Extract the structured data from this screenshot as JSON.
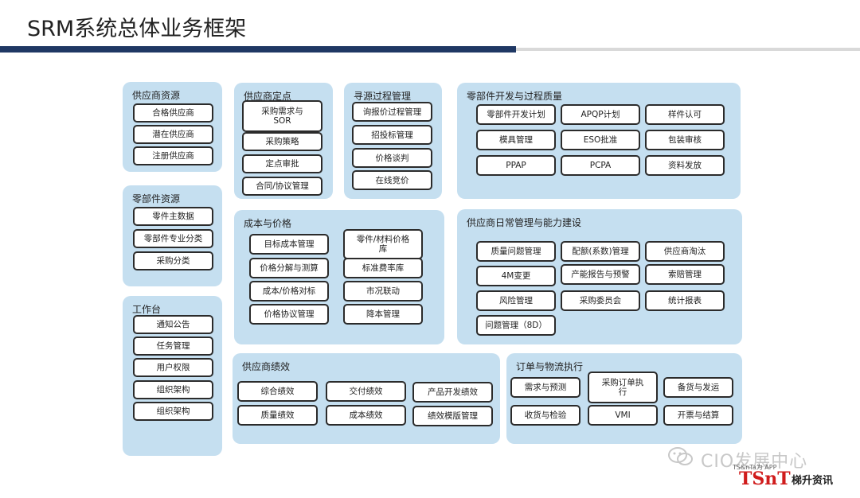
{
  "title": "SRM系统总体业务框架",
  "panels": {
    "supplier_resources": {
      "title": "供应商资源",
      "items": [
        "合格供应商",
        "潜在供应商",
        "注册供应商"
      ]
    },
    "parts_resources": {
      "title": "零部件资源",
      "items": [
        "零件主数据",
        "零部件专业分类",
        "采购分类"
      ]
    },
    "workbench": {
      "title": "工作台",
      "items": [
        "通知公告",
        "任务管理",
        "用户权限",
        "组织架构",
        "组织架构"
      ]
    },
    "supplier_selection": {
      "title": "供应商定点",
      "items": [
        "采购需求与SOR",
        "采购策略",
        "定点审批",
        "合同/协议管理"
      ]
    },
    "sourcing": {
      "title": "寻源过程管理",
      "items": [
        "询报价过程管理",
        "招投标管理",
        "价格谈判",
        "在线竞价"
      ]
    },
    "part_dev": {
      "title": "零部件开发与过程质量",
      "items": [
        "零部件开发计划",
        "APQP计划",
        "样件认可",
        "模具管理",
        "ESO批准",
        "包装审核",
        "PPAP",
        "PCPA",
        "资料发放"
      ]
    },
    "cost_price": {
      "title": "成本与价格",
      "items": [
        "目标成本管理",
        "价格分解与测算",
        "成本/价格对标",
        "价格协议管理",
        "零件/材料价格库",
        "标准费率库",
        "市况联动",
        "降本管理"
      ]
    },
    "supplier_daily": {
      "title": "供应商日常管理与能力建设",
      "items": [
        "质量问题管理",
        "配额(系数)管理",
        "供应商淘汰",
        "4M变更",
        "产能报告与预警",
        "索赔管理",
        "风险管理",
        "采购委员会",
        "统计报表",
        "问题管理（8D）"
      ]
    },
    "supplier_perf": {
      "title": "供应商绩效",
      "items": [
        "综合绩效",
        "交付绩效",
        "产品开发绩效",
        "质量绩效",
        "成本绩效",
        "绩效模版管理"
      ]
    },
    "order_logistics": {
      "title": "订单与物流执行",
      "items": [
        "需求与预测",
        "采购订单执行",
        "备货与发运",
        "收货与检验",
        "VMI",
        "开票与结算"
      ]
    }
  },
  "watermark": {
    "cio": "CIO发展中心",
    "small": "TS&nTa为 APP",
    "brand": "TSnT",
    "brand_cn": "梯升资讯"
  },
  "colors": {
    "panel": "#c5dff0",
    "accent_bar": "#1f3864",
    "brand_red": "#d01c1c"
  }
}
